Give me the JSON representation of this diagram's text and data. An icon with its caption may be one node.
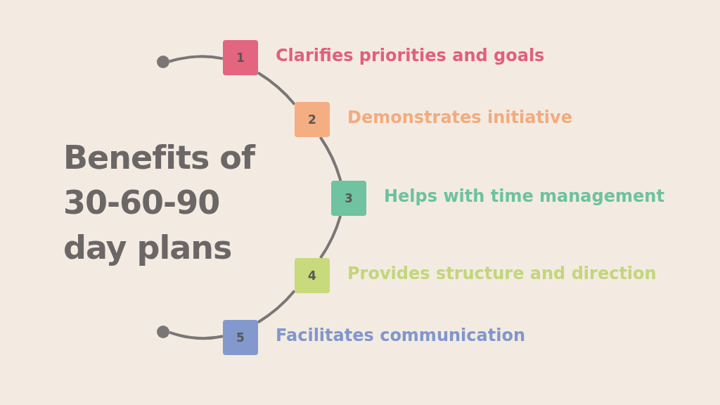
{
  "diagram": {
    "title": "Benefits of 30-60-90 day plans",
    "nodes": [
      {
        "text": [],
        "shape": "circle"
      },
      {
        "text": [
          "1"
        ],
        "beside": [
          "Clarifies priorities and goals"
        ]
      },
      {
        "text": [
          "2"
        ],
        "beside": [
          "Demonstrates initiative"
        ]
      },
      {
        "text": [
          "3"
        ],
        "beside": [
          "Helps with time management"
        ]
      },
      {
        "text": [
          "4"
        ],
        "beside": [
          "Provides structure and direction"
        ]
      },
      {
        "text": [
          "5"
        ],
        "beside": [
          "Facilitates communication"
        ]
      },
      {
        "text": [],
        "shape": "circle"
      }
    ],
    "edges": [
      {
        "from": 0,
        "to": 1,
        "arrow": "none"
      },
      {
        "from": 1,
        "to": 2,
        "arrow": "none"
      },
      {
        "from": 2,
        "to": 3,
        "arrow": "none"
      },
      {
        "from": 3,
        "to": 4,
        "arrow": "none"
      },
      {
        "from": 4,
        "to": 5,
        "arrow": "none"
      },
      {
        "from": 5,
        "to": 6,
        "arrow": "none"
      }
    ]
  }
}
